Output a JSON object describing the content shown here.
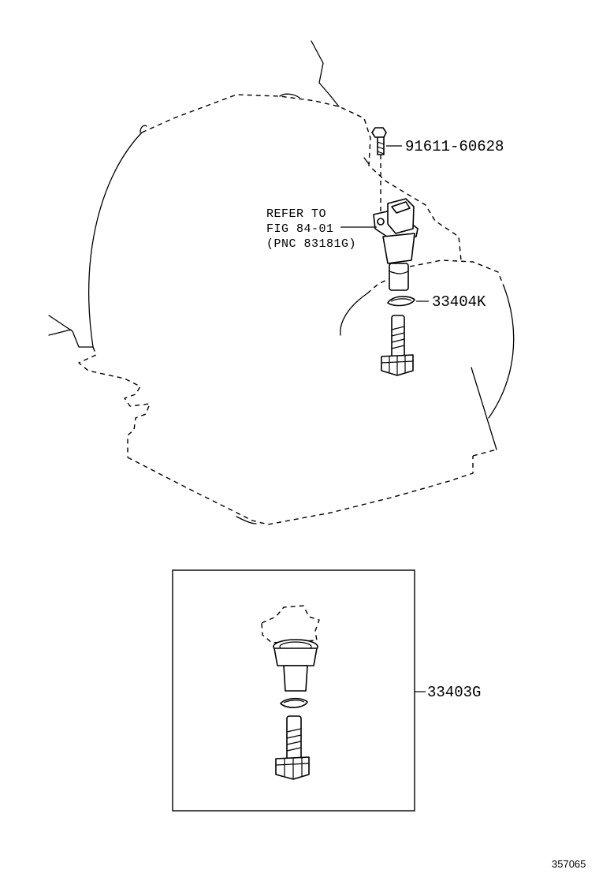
{
  "callouts": {
    "bolt": "91611-60628",
    "clip": "33404K",
    "kit": "33403G"
  },
  "reference_note": {
    "line1": "REFER TO",
    "line2": "FIG 84-01",
    "line3": "(PNC 83181G)"
  },
  "figure_id": "357065"
}
